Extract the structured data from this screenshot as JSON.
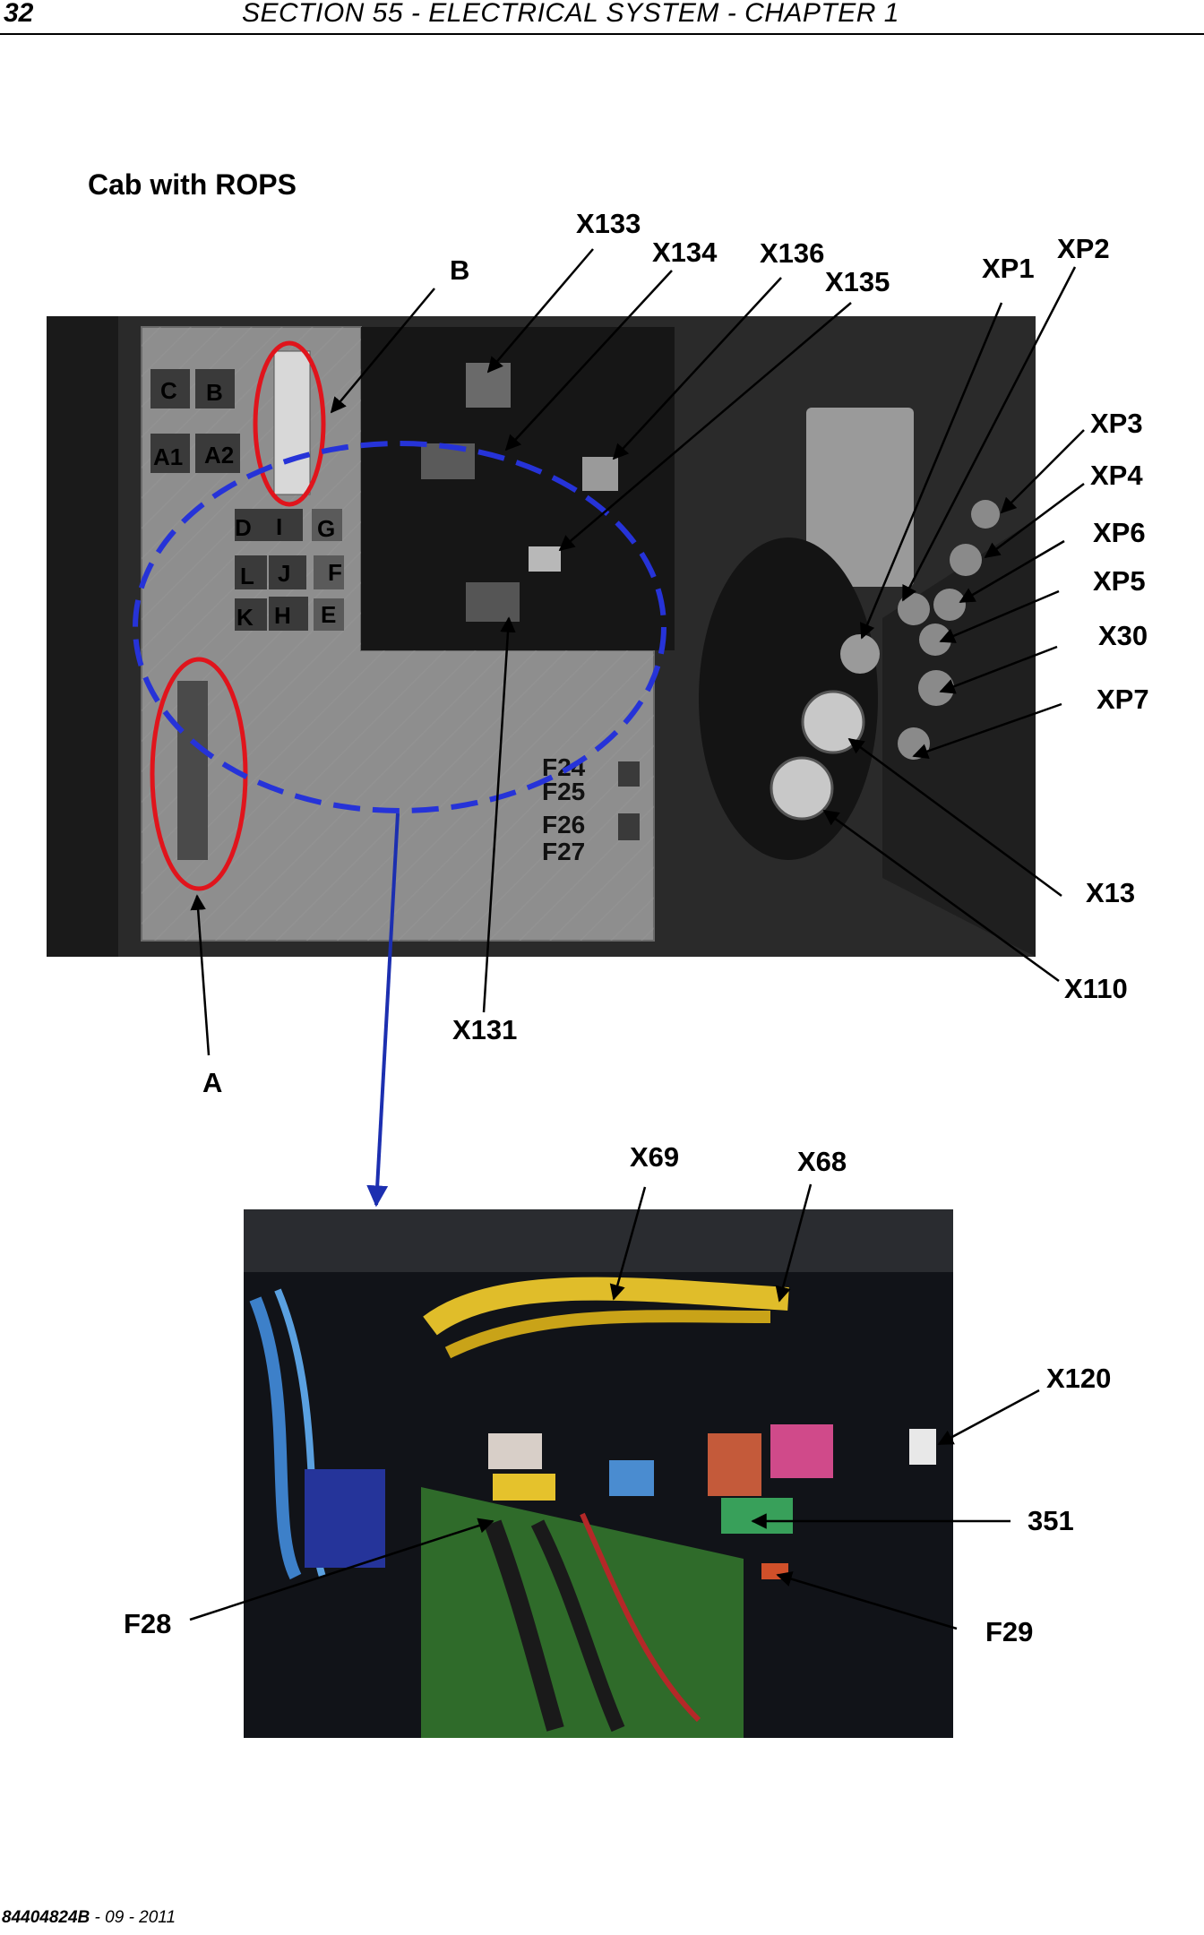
{
  "header": {
    "page_number": "32",
    "section_title": "SECTION 55 - ELECTRICAL SYSTEM - CHAPTER 1"
  },
  "subtitle": "Cab with ROPS",
  "top_photo": {
    "callouts": [
      "X133",
      "X134",
      "X136",
      "X135",
      "B",
      "XP1",
      "XP2",
      "XP3",
      "XP4",
      "XP6",
      "XP5",
      "X30",
      "XP7",
      "X13",
      "X110",
      "X131",
      "A"
    ],
    "relay_cells": [
      "C",
      "B",
      "A1",
      "A2",
      "D",
      "I",
      "G",
      "L",
      "J",
      "F",
      "K",
      "H",
      "E"
    ],
    "fuse_labels": [
      "F24",
      "F25",
      "F26",
      "F27"
    ],
    "highlight_colors": {
      "circle": "#e0141c",
      "ellipse": "#2633d8",
      "arrow": "#1c2fb0"
    }
  },
  "bottom_photo": {
    "callouts": [
      "X69",
      "X68",
      "X120",
      "351",
      "F28",
      "F29"
    ]
  },
  "footer": {
    "doc_code": "84404824B",
    "date": " - 09 - 2011"
  }
}
